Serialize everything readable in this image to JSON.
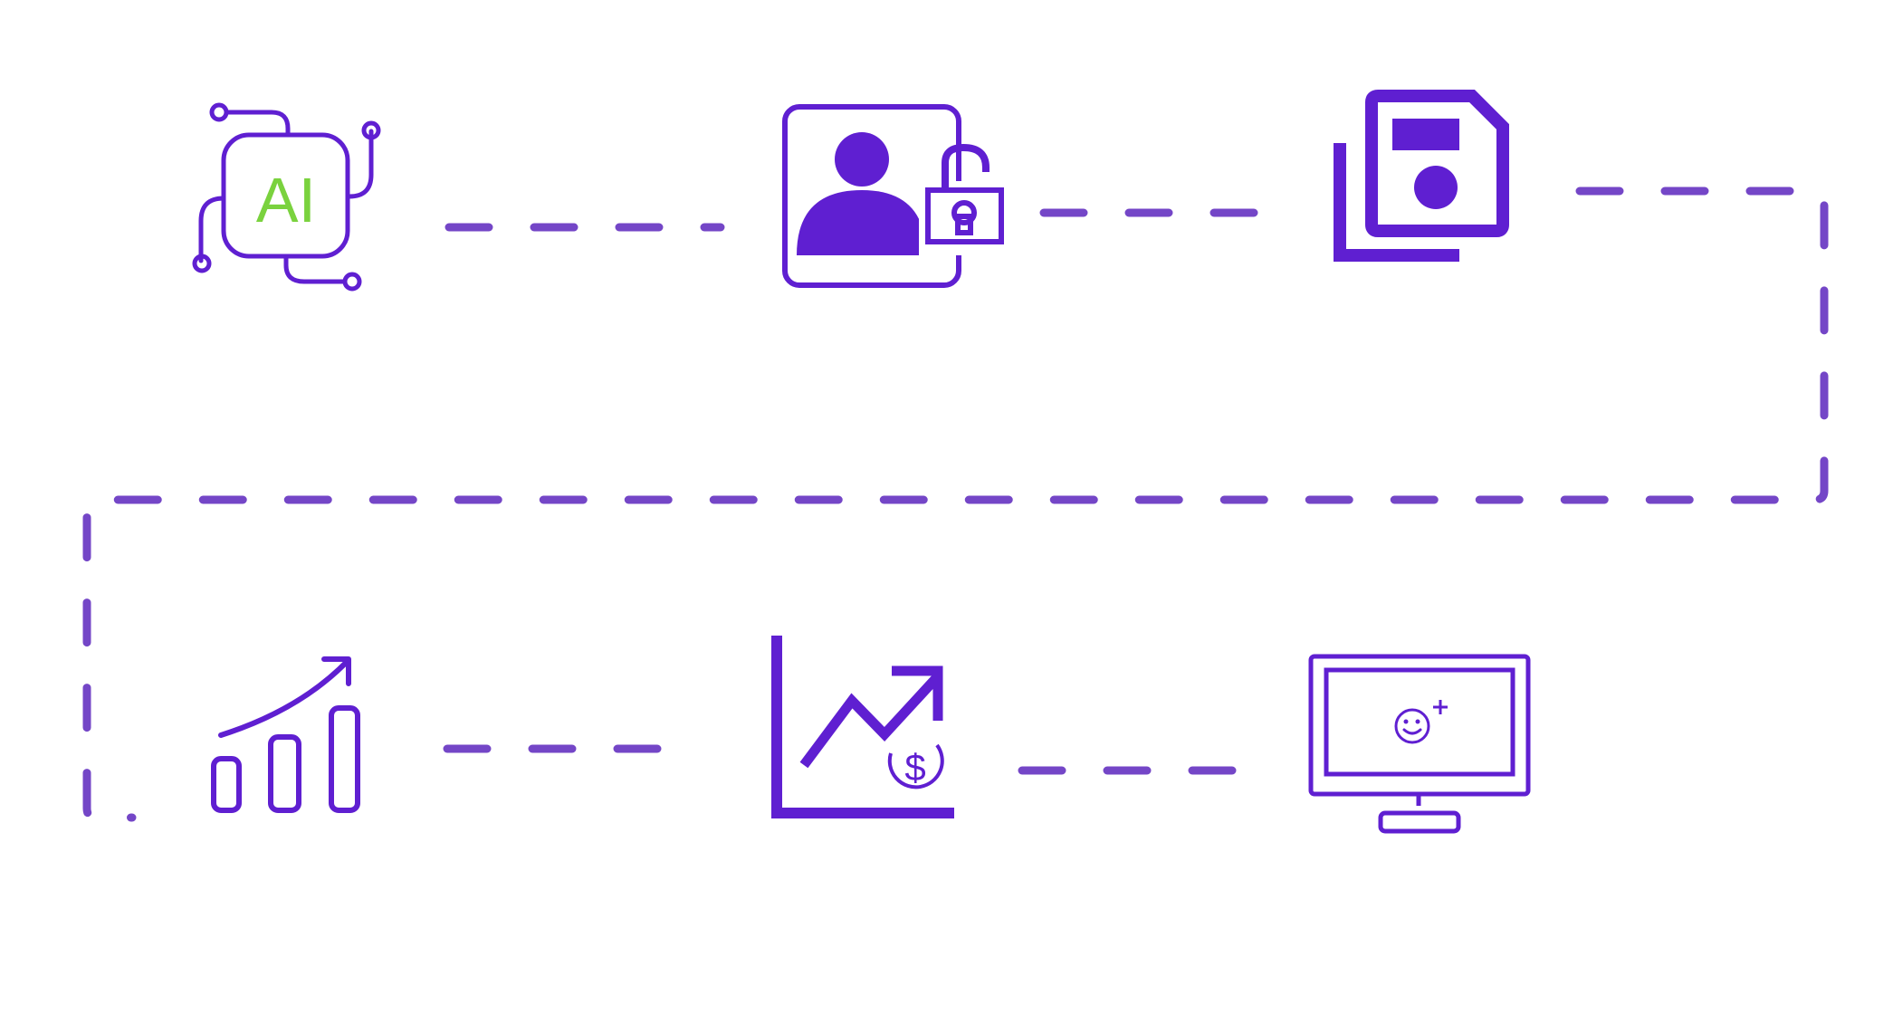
{
  "colors": {
    "primary": "#5f1fd1",
    "connector": "#7446c7",
    "ai_text": "#7ad23e",
    "background": "#ffffff"
  },
  "ai_chip": {
    "label": "AI"
  },
  "icons": [
    "ai-chip-icon",
    "user-profile-lock-icon",
    "save-copies-icon",
    "growth-bar-chart-icon",
    "revenue-trend-icon",
    "monitor-happy-icon"
  ],
  "connectors": [
    "ai-chip-to-user-lock",
    "user-lock-to-save",
    "save-to-growth-chart-loop",
    "growth-chart-to-revenue",
    "revenue-to-monitor"
  ]
}
